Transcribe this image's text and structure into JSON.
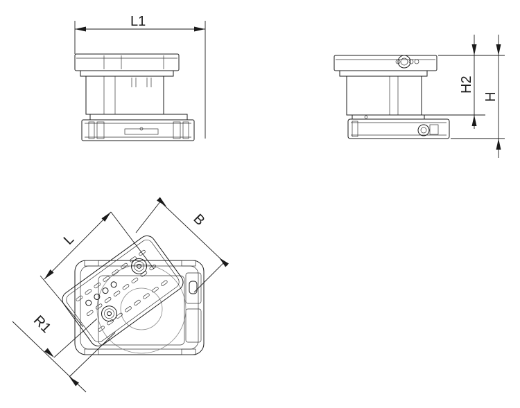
{
  "drawing": {
    "title": "",
    "dimensions": {
      "L1": "L1",
      "H": "H",
      "H2": "H2",
      "L": "L",
      "B": "B",
      "R1": "R1"
    }
  },
  "colors": {
    "line": "#1a1a1a",
    "background": "#ffffff"
  }
}
